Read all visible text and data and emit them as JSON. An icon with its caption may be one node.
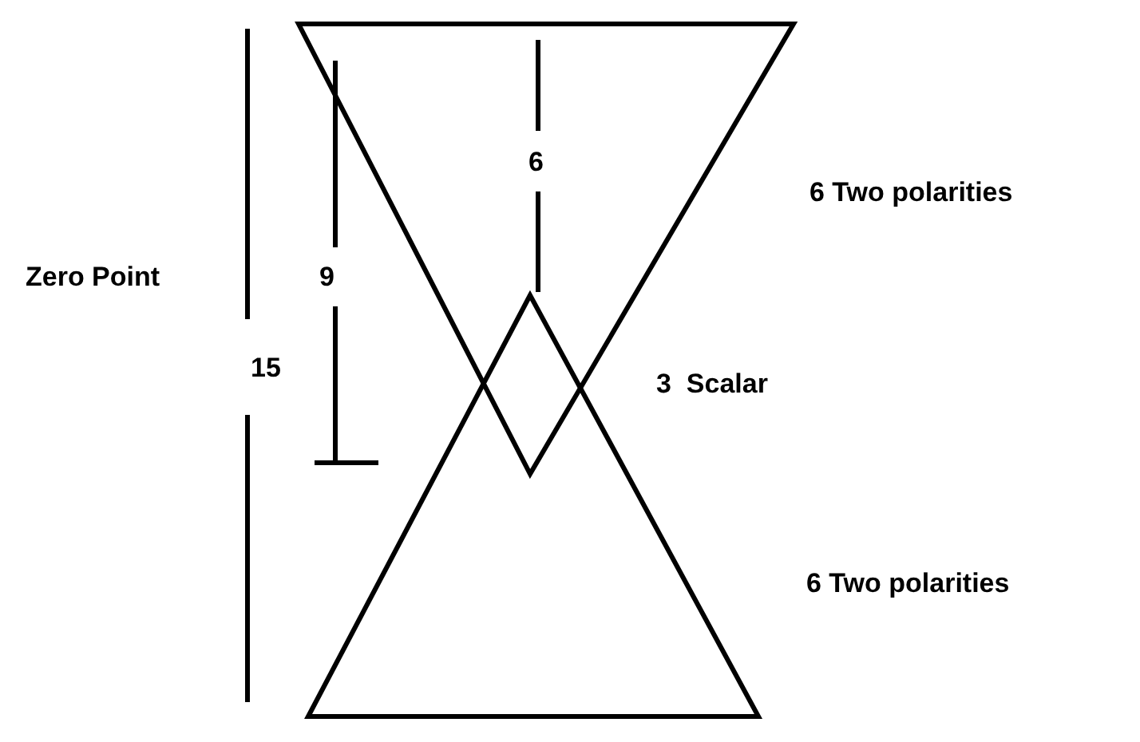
{
  "diagram": {
    "labels": [
      "6",
      "6 Two polarities",
      "Zero Point",
      "9",
      "15",
      "3  Scalar",
      "6 Two polarities"
    ]
  }
}
